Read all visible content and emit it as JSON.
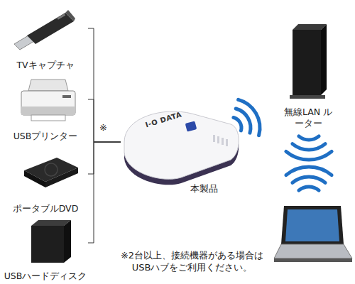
{
  "diagram": {
    "nodes": [
      {
        "text": [
          "TVキャプチャ"
        ]
      },
      {
        "text": [
          "USBプリンター"
        ]
      },
      {
        "text": [
          "ポータブルDVD"
        ]
      },
      {
        "text": [
          "USBハードディスク"
        ]
      },
      {
        "text": [
          "本製品"
        ]
      },
      {
        "text": [
          "無線LAN ルーター"
        ]
      }
    ],
    "edges": [
      {
        "from": 0,
        "to": 4,
        "arrow": "none"
      },
      {
        "from": 1,
        "to": 4,
        "arrow": "none"
      },
      {
        "from": 2,
        "to": 4,
        "arrow": "none"
      },
      {
        "from": 3,
        "to": 4,
        "arrow": "none"
      }
    ],
    "labels": [
      "※",
      "I-O DATA",
      "※2台以上、接続機器がある場合は USBハブをご利用ください。"
    ]
  }
}
